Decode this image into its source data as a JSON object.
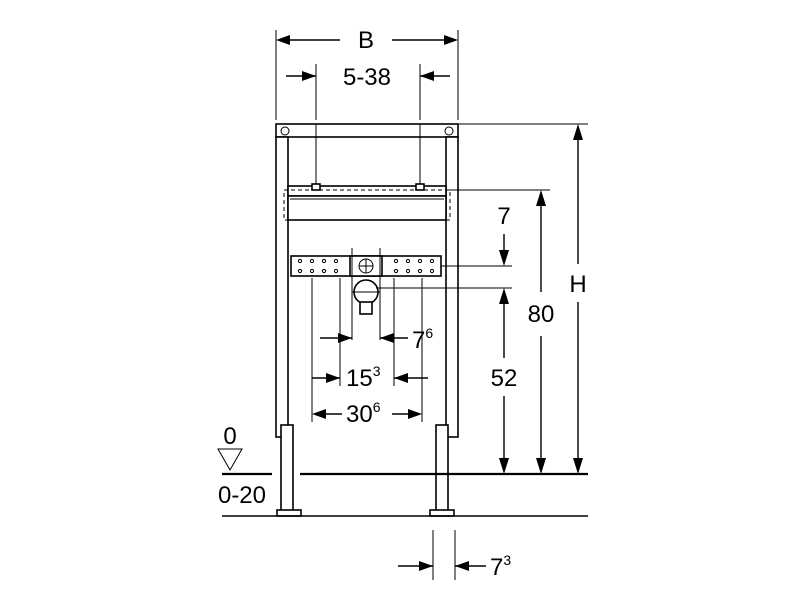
{
  "labels": {
    "width": "B",
    "height": "H",
    "range_5_38": "5-38",
    "dim_80": "80",
    "dim_52": "52",
    "dim_7": "7",
    "dim_7_6_base": "7",
    "dim_7_6_sup": "6",
    "dim_15_3_base": "15",
    "dim_15_3_sup": "3",
    "dim_30_6_base": "30",
    "dim_30_6_sup": "6",
    "dim_7_3_base": "7",
    "dim_7_3_sup": "3",
    "floor_zero": "0",
    "floor_range": "0-20"
  }
}
